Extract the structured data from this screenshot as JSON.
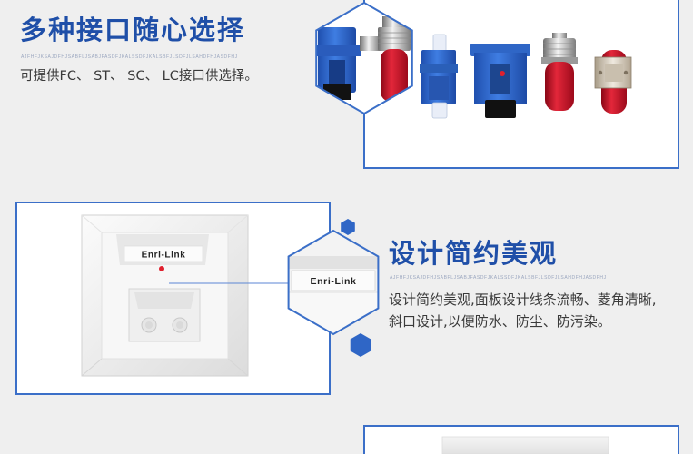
{
  "section1": {
    "title": "多种接口随心选择",
    "subtitle_deco": "AJFHFJKSAJDFHJSABFLJSABJFASDFJKALSSDFJKALSBFJLSDFJLSAHDFHJASDFHJ",
    "description": "可提供FC、 ST、 SC、 LC接口供选择。",
    "connector_images": [
      "sc-fc-zoom",
      "lc-adapter",
      "sc-adapter",
      "st-connector",
      "fc-connector"
    ]
  },
  "section2": {
    "title": "设计简约美观",
    "subtitle_deco": "AJFHFJKSAJDFHJSABFLJSABJFASDFJKALSSDFJKALSBFJLSDFJLSAHDFHJASDFHJ",
    "description_lines": [
      "设计简约美观,面板设计线条流畅、菱角清晰,",
      "斜口设计,以便防水、防尘、防污染。"
    ],
    "faceplate_label": "Enri-Link",
    "zoom_label": "Enri-Link"
  },
  "colors": {
    "accent": "#1f4fa8",
    "border": "#3b6fc8",
    "background": "#efefef",
    "connector_blue": "#2f66c6",
    "connector_red": "#d42034",
    "highlight_dot": "#e0202e"
  }
}
